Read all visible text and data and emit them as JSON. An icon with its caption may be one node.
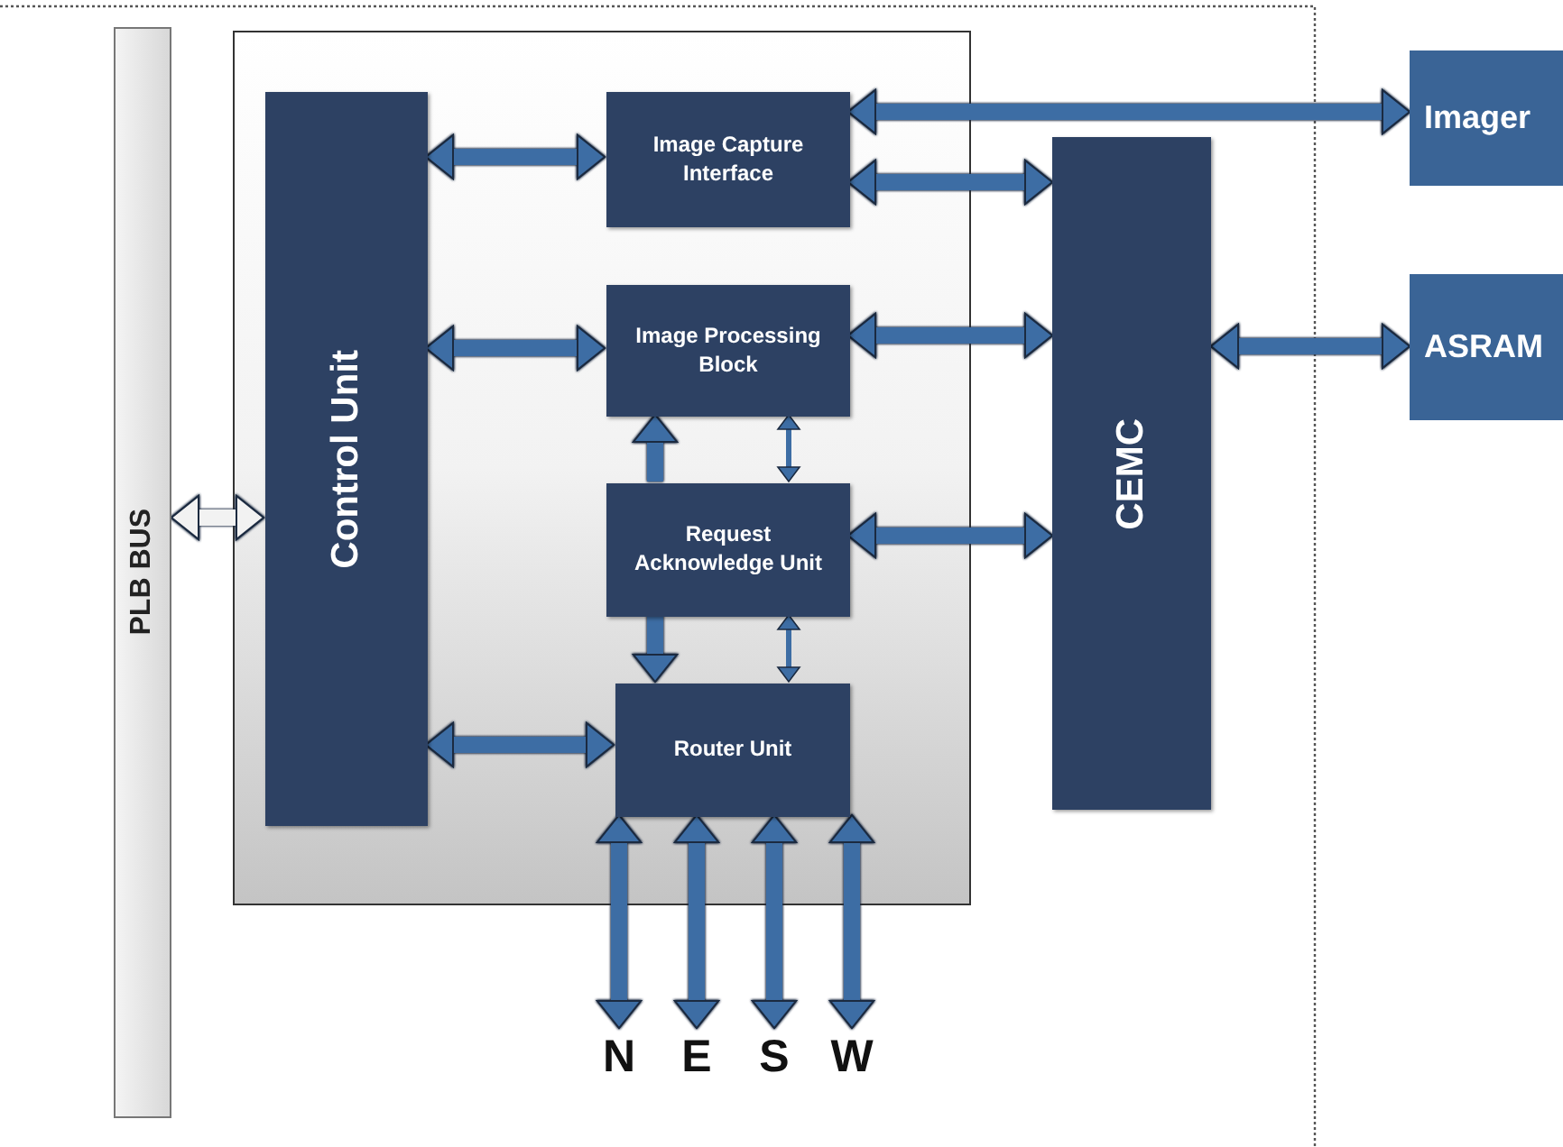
{
  "diagram": {
    "nodes": [
      {
        "text": [
          "PLB BUS"
        ]
      },
      {
        "text": [],
        "shape": "box"
      },
      {
        "text": [
          "Control Unit"
        ],
        "in": 1
      },
      {
        "text": [
          "Image Capture Interface"
        ],
        "in": 1
      },
      {
        "text": [
          "Image Processing Block"
        ],
        "in": 1
      },
      {
        "text": [
          "Request Acknowledge Unit"
        ],
        "in": 1
      },
      {
        "text": [
          "Router Unit"
        ],
        "in": 1
      },
      {
        "text": [
          "CEMC"
        ]
      },
      {
        "text": [
          "Imager"
        ]
      },
      {
        "text": [
          "ASRAM"
        ]
      },
      {
        "text": [
          "N"
        ]
      },
      {
        "text": [
          "E"
        ]
      },
      {
        "text": [
          "S"
        ]
      },
      {
        "text": [
          "W"
        ]
      }
    ],
    "edges": [
      {
        "from": 0,
        "to": 2,
        "arrow": "both",
        "color": "#f2f2f2"
      },
      {
        "from": 2,
        "to": 3,
        "arrow": "both"
      },
      {
        "from": 2,
        "to": 4,
        "arrow": "both"
      },
      {
        "from": 2,
        "to": 6,
        "arrow": "both"
      },
      {
        "from": 3,
        "to": 8,
        "arrow": "both"
      },
      {
        "from": 3,
        "to": 7,
        "arrow": "both"
      },
      {
        "from": 4,
        "to": 7,
        "arrow": "both"
      },
      {
        "from": 5,
        "to": 7,
        "arrow": "both"
      },
      {
        "from": 7,
        "to": 9,
        "arrow": "both"
      },
      {
        "from": 5,
        "to": 4,
        "arrow": "to"
      },
      {
        "from": 4,
        "to": 5,
        "arrow": "both"
      },
      {
        "from": 5,
        "to": 6,
        "arrow": "to"
      },
      {
        "from": 5,
        "to": 6,
        "arrow": "both"
      },
      {
        "from": 6,
        "to": 10,
        "arrow": "both"
      },
      {
        "from": 6,
        "to": 11,
        "arrow": "both"
      },
      {
        "from": 6,
        "to": 12,
        "arrow": "both"
      },
      {
        "from": 6,
        "to": 13,
        "arrow": "both"
      }
    ]
  }
}
